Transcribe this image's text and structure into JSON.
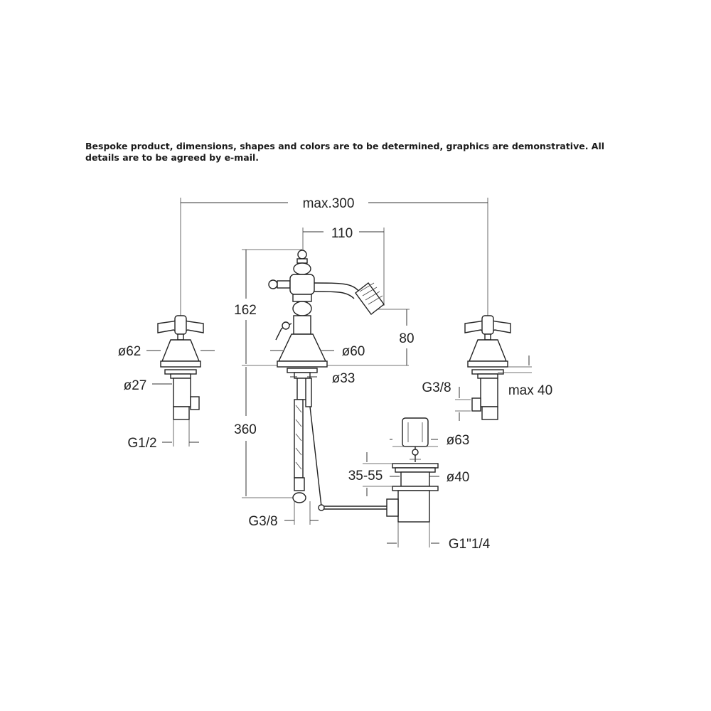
{
  "note": "Bespoke product, dimensions, shapes and colors are to be determined, graphics are demonstrative. All details are to be agreed by e-mail.",
  "dimensions": {
    "overall_width": "max.300",
    "spout_reach": "110",
    "mixer_height": "162",
    "spout_height": "80",
    "left_handle_diameter": "ø62",
    "mixer_base_diameter": "ø60",
    "left_shank_diameter": "ø27",
    "mixer_shank_diameter": "ø33",
    "left_connection": "G1/2",
    "hose_length": "360",
    "hose_connection": "G3/8",
    "right_connection": "G3/8",
    "right_max_thickness": "max 40",
    "waste_top_diameter": "ø63",
    "waste_range": "35-55",
    "waste_body_diameter": "ø40",
    "waste_connection": "G1\"1/4"
  }
}
